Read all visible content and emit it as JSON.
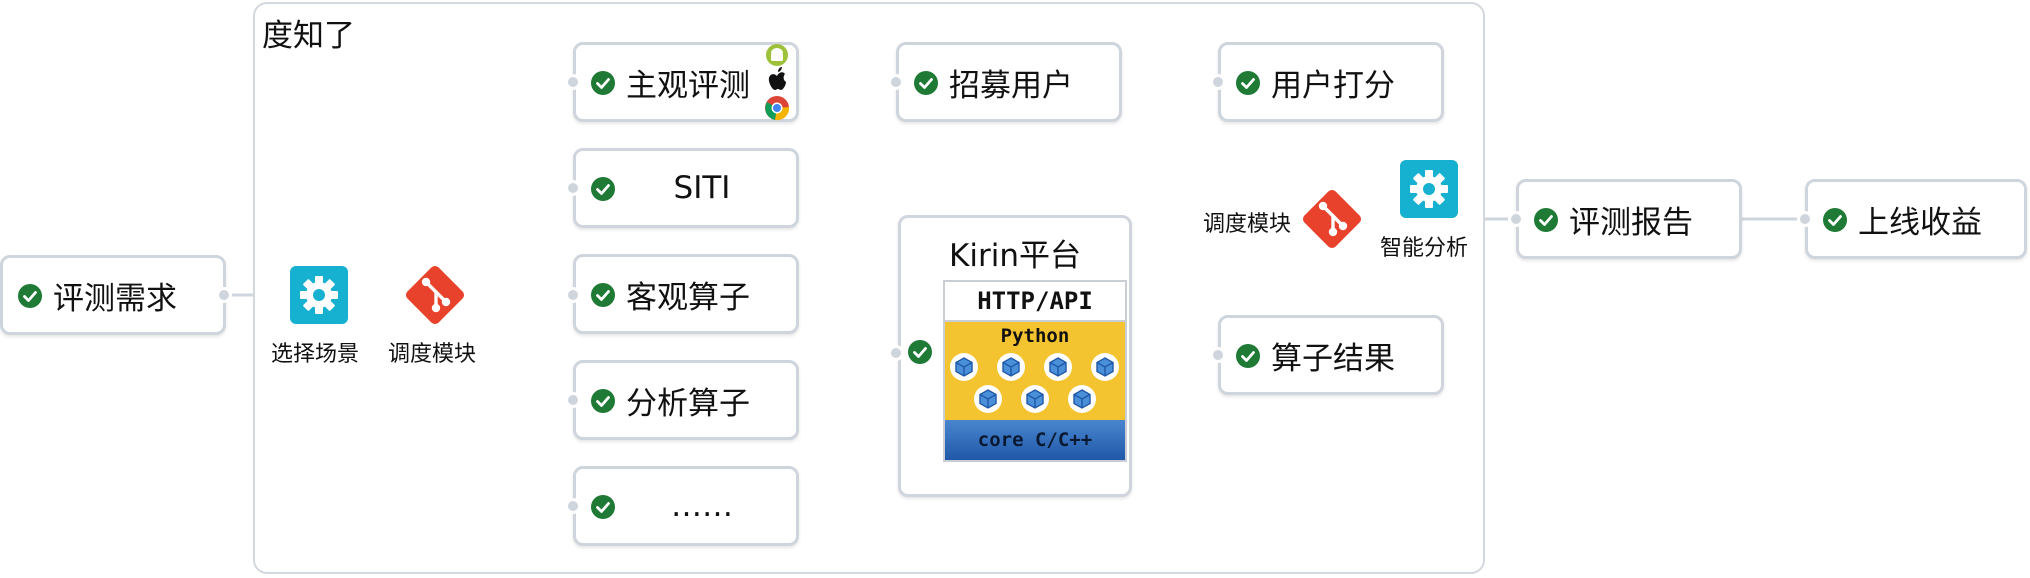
{
  "group": {
    "title": "度知了"
  },
  "nodes": {
    "eval_demand": "评测需求",
    "subjective_eval": "主观评测",
    "siti": "SITI",
    "objective_ops": "客观算子",
    "analysis_ops": "分析算子",
    "more": "……",
    "recruit_users": "招募用户",
    "user_scoring": "用户打分",
    "operator_results": "算子结果",
    "eval_report": "评测报告",
    "online_revenue": "上线收益"
  },
  "captions": {
    "select_scene": "选择场景",
    "dispatch_left": "调度模块",
    "dispatch_right": "调度模块",
    "smart_analysis": "智能分析"
  },
  "platform": {
    "title": "Kirin平台",
    "http_layer": "HTTP/API",
    "python_layer": "Python",
    "core_layer": "core C/C++"
  },
  "icons": {
    "check": "check-circle-icon",
    "gear": "gear-icon",
    "dispatch": "git-branch-icon",
    "android": "android-icon",
    "apple": "apple-icon",
    "chrome": "chrome-icon",
    "module_cube": "cube-icon"
  },
  "colors": {
    "check_green": "#1e7a34",
    "gear_bg": "#16b0d0",
    "git_red": "#e8412c",
    "python_yellow": "#f4c430",
    "core_blue": "#1f58a8",
    "wire": "#cfd5dc"
  }
}
